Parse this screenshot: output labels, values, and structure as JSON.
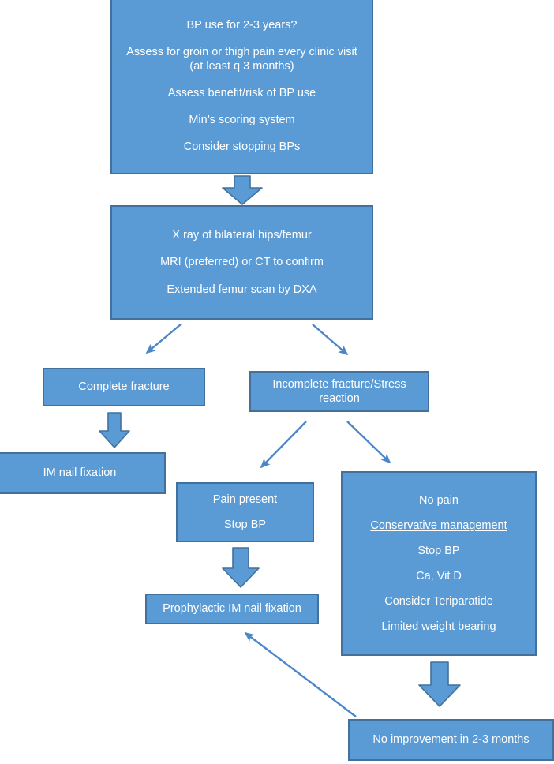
{
  "diagram": {
    "title": "Bisphosphonate-related atypical femoral fracture management flowchart",
    "colors": {
      "node_fill": "#5B9BD5",
      "node_border": "#41719C",
      "arrow_fill": "#5B9BD5",
      "arrow_border": "#41719C",
      "line_arrow": "#4A86C8",
      "text": "#FFFFFF",
      "background": "#FFFFFF"
    },
    "nodes": [
      {
        "id": "assess",
        "name": "assess-bp-use-node",
        "lines": [
          "BP use for 2-3 years?",
          "Assess for groin or thigh pain every clinic visit (at least q 3 months)",
          "Assess benefit/risk of BP use",
          "Min’s scoring system",
          "Consider stopping BPs"
        ]
      },
      {
        "id": "imaging",
        "name": "imaging-workup-node",
        "lines": [
          "X ray of bilateral hips/femur",
          "MRI (preferred) or  CT to confirm",
          "Extended femur scan by DXA"
        ]
      },
      {
        "id": "complete",
        "name": "complete-fracture-node",
        "lines": [
          "Complete fracture"
        ]
      },
      {
        "id": "incomplete",
        "name": "incomplete-fracture-node",
        "lines": [
          "Incomplete fracture/Stress reaction"
        ]
      },
      {
        "id": "imnail",
        "name": "im-nail-fixation-node",
        "lines": [
          "IM nail fixation"
        ]
      },
      {
        "id": "pain",
        "name": "pain-present-node",
        "lines": [
          "Pain present",
          "Stop BP"
        ]
      },
      {
        "id": "nopain",
        "name": "no-pain-conservative-node",
        "lines": [
          "No pain",
          "Conservative management",
          "Stop BP",
          "Ca, Vit D",
          "Consider Teriparatide",
          "Limited weight bearing"
        ],
        "underlined_lines": [
          1
        ]
      },
      {
        "id": "prophy",
        "name": "prophylactic-im-nail-node",
        "lines": [
          "Prophylactic IM nail fixation"
        ]
      },
      {
        "id": "noimprove",
        "name": "no-improvement-node",
        "lines": [
          "No improvement in 2-3 months"
        ]
      }
    ],
    "edges": [
      {
        "name": "arrow-assess-to-imaging",
        "style": "block",
        "direction": "down",
        "from": "assess",
        "to": "imaging"
      },
      {
        "name": "arrow-imaging-to-complete",
        "style": "line",
        "direction": "down-left",
        "from": "imaging",
        "to": "complete"
      },
      {
        "name": "arrow-imaging-to-incomplete",
        "style": "line",
        "direction": "down-right",
        "from": "imaging",
        "to": "incomplete"
      },
      {
        "name": "arrow-complete-to-imnail",
        "style": "block",
        "direction": "down",
        "from": "complete",
        "to": "imnail"
      },
      {
        "name": "arrow-incomplete-to-pain",
        "style": "line",
        "direction": "down-left",
        "from": "incomplete",
        "to": "pain"
      },
      {
        "name": "arrow-incomplete-to-nopain",
        "style": "line",
        "direction": "down-right",
        "from": "incomplete",
        "to": "nopain"
      },
      {
        "name": "arrow-pain-to-prophylactic",
        "style": "block",
        "direction": "down",
        "from": "pain",
        "to": "prophy"
      },
      {
        "name": "arrow-nopain-to-noimprovement",
        "style": "block",
        "direction": "down",
        "from": "nopain",
        "to": "noimprove"
      },
      {
        "name": "arrow-noimprovement-to-prophylactic",
        "style": "line",
        "direction": "up-left",
        "from": "noimprove",
        "to": "prophy"
      }
    ]
  }
}
